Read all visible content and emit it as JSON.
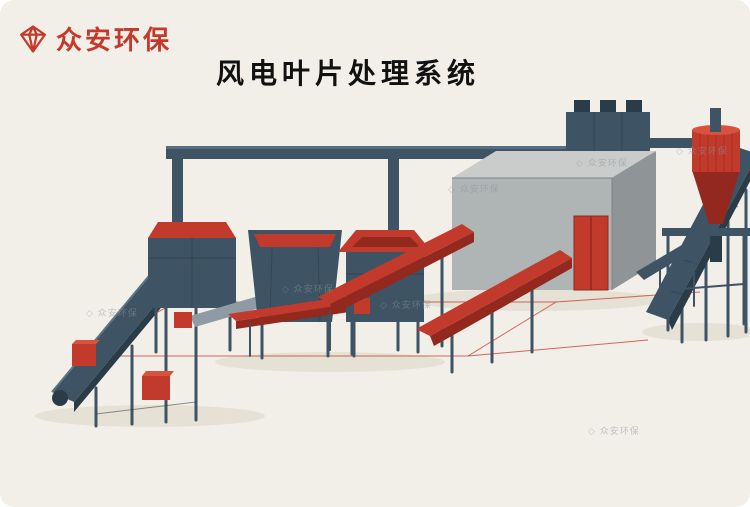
{
  "page": {
    "title": "风电叶片处理系统",
    "background": "#f2efe9"
  },
  "brand": {
    "name": "众安环保"
  },
  "watermark": {
    "text": "◇ 众安环保"
  },
  "colors": {
    "bg": "#f2efe9",
    "ink": "#111111",
    "brand_red": "#c5392b",
    "red": "#c23a2c",
    "red_dark": "#93281e",
    "red_light": "#d8523e",
    "machine_dark": "#3e5363",
    "machine_darker": "#2b3c49",
    "machine_light": "#5d7685",
    "steel": "#8e9ba4",
    "building_front": "#afb4b5",
    "building_side": "#8f9597",
    "building_top": "#c9cccb",
    "watermark_gray": "#8d949b"
  }
}
